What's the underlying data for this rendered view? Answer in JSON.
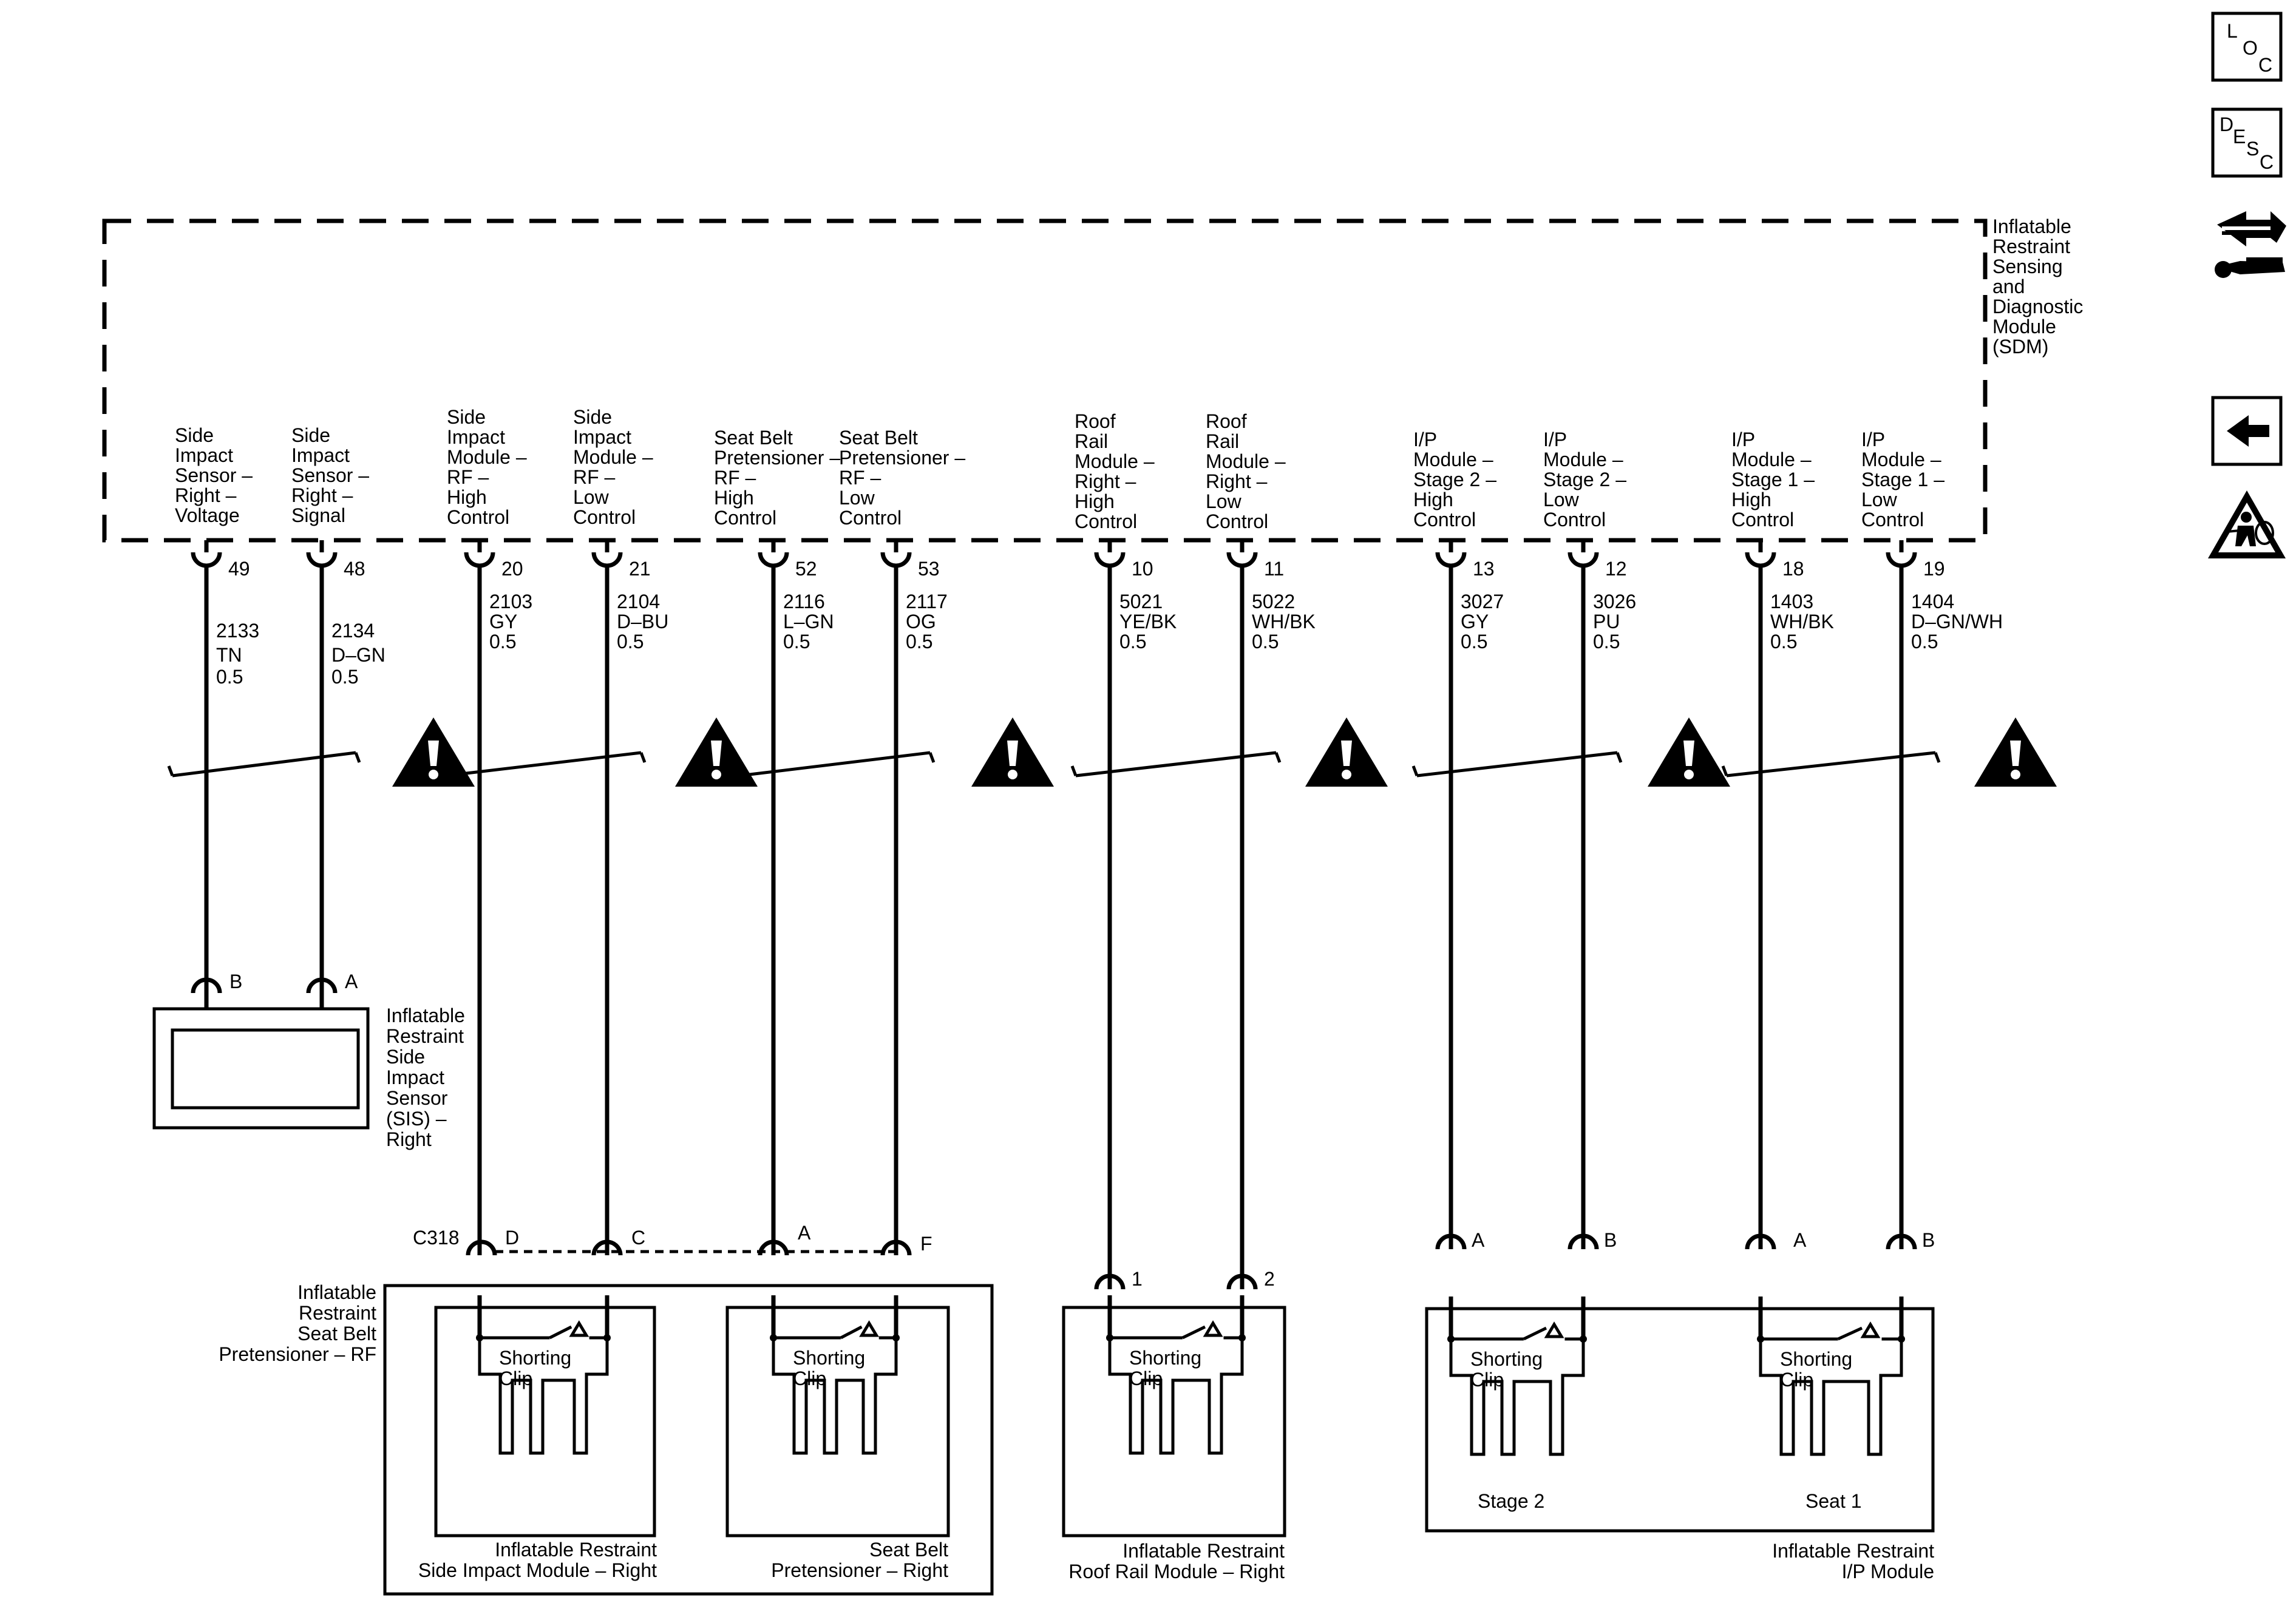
{
  "sdm": {
    "label": [
      "Inflatable",
      "Restraint",
      "Sensing",
      "and",
      "Diagnostic",
      "Module",
      "(SDM)"
    ],
    "pins": [
      {
        "desc": [
          "Side",
          "Impact",
          "Sensor –",
          "Right –",
          "Voltage"
        ],
        "pin": "49",
        "circuit": "2133",
        "color": "TN",
        "gauge": "0.5"
      },
      {
        "desc": [
          "Side",
          "Impact",
          "Sensor –",
          "Right –",
          "Signal"
        ],
        "pin": "48",
        "circuit": "2134",
        "color": "D–GN",
        "gauge": "0.5"
      },
      {
        "desc": [
          "Side",
          "Impact",
          "Module –",
          "RF –",
          "High",
          "Control"
        ],
        "pin": "20",
        "circuit": "2103",
        "color": "GY",
        "gauge": "0.5"
      },
      {
        "desc": [
          "Side",
          "Impact",
          "Module –",
          "RF –",
          "Low",
          "Control"
        ],
        "pin": "21",
        "circuit": "2104",
        "color": "D–BU",
        "gauge": "0.5"
      },
      {
        "desc": [
          "Seat Belt",
          "Pretensioner –",
          "RF –",
          "High",
          "Control"
        ],
        "pin": "52",
        "circuit": "2116",
        "color": "L–GN",
        "gauge": "0.5"
      },
      {
        "desc": [
          "Seat Belt",
          "Pretensioner –",
          "RF –",
          "Low",
          "Control"
        ],
        "pin": "53",
        "circuit": "2117",
        "color": "OG",
        "gauge": "0.5"
      },
      {
        "desc": [
          "Roof",
          "Rail",
          "Module –",
          "Right –",
          "High",
          "Control"
        ],
        "pin": "10",
        "circuit": "5021",
        "color": "YE/BK",
        "gauge": "0.5"
      },
      {
        "desc": [
          "Roof",
          "Rail",
          "Module –",
          "Right –",
          "Low",
          "Control"
        ],
        "pin": "11",
        "circuit": "5022",
        "color": "WH/BK",
        "gauge": "0.5"
      },
      {
        "desc": [
          "I/P",
          "Module –",
          "Stage 2 –",
          "High",
          "Control"
        ],
        "pin": "13",
        "circuit": "3027",
        "color": "GY",
        "gauge": "0.5"
      },
      {
        "desc": [
          "I/P",
          "Module –",
          "Stage 2 –",
          "Low",
          "Control"
        ],
        "pin": "12",
        "circuit": "3026",
        "color": "PU",
        "gauge": "0.5"
      },
      {
        "desc": [
          "I/P",
          "Module –",
          "Stage 1 –",
          "High",
          "Control"
        ],
        "pin": "18",
        "circuit": "1403",
        "color": "WH/BK",
        "gauge": "0.5"
      },
      {
        "desc": [
          "I/P",
          "Module –",
          "Stage 1 –",
          "Low",
          "Control"
        ],
        "pin": "19",
        "circuit": "1404",
        "color": "D–GN/WH",
        "gauge": "0.5"
      }
    ]
  },
  "side_impact_sensor": {
    "label": [
      "Inflatable",
      "Restraint",
      "Side",
      "Impact",
      "Sensor",
      "(SIS) –",
      "Right"
    ],
    "pin_b": "B",
    "pin_a": "A"
  },
  "connector_c318": {
    "name": "C318",
    "pins": [
      "D",
      "C",
      "A",
      "F"
    ]
  },
  "rf_group": {
    "label": [
      "Inflatable",
      "Restraint",
      "Seat Belt",
      "Pretensioner – RF"
    ],
    "side_module": [
      "Inflatable Restraint",
      "Side Impact Module – Right"
    ],
    "pretensioner": [
      "Seat Belt",
      "Pretensioner – Right"
    ]
  },
  "roof_rail": {
    "pins": [
      "1",
      "2"
    ],
    "label": [
      "Inflatable Restraint",
      "Roof Rail Module – Right"
    ]
  },
  "ip_module": {
    "stage2_pins": [
      "A",
      "B"
    ],
    "stage1_pins": [
      "A",
      "B"
    ],
    "stage2_label": "Stage 2",
    "seat1_label": "Seat 1",
    "label": [
      "Inflatable Restraint",
      "I/P Module"
    ]
  },
  "shorting_clip": [
    "Shorting",
    "Clip"
  ],
  "nav": {
    "loc": [
      "L",
      "O",
      "C"
    ],
    "desc": [
      "D",
      "E",
      "S",
      "C"
    ],
    "connector_icon": "connector-end-view-icon",
    "back_icon": "back-arrow-icon",
    "airbag_icon": "airbag-warning-icon"
  }
}
